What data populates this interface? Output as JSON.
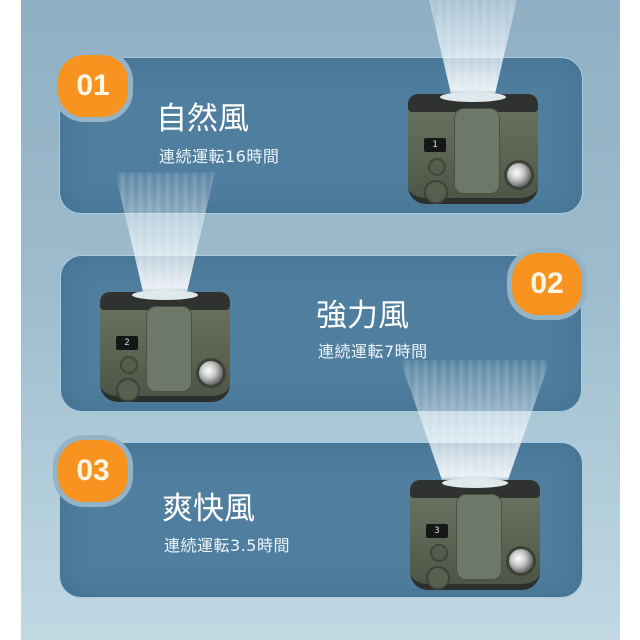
{
  "modes": [
    {
      "badge": "01",
      "title": "自然風",
      "subtitle": "連続運転16時間",
      "display_digit": "1"
    },
    {
      "badge": "02",
      "title": "強力風",
      "subtitle": "連続運転7時間",
      "display_digit": "2"
    },
    {
      "badge": "03",
      "title": "爽快風",
      "subtitle": "連続運転3.5時間",
      "display_digit": "3"
    }
  ],
  "colors": {
    "badge": "#f7931e",
    "card": "#4f7e9e",
    "card_border": "#a9cbe0",
    "background_top": "#8fb0c4",
    "background_bottom": "#c2d8e3"
  }
}
